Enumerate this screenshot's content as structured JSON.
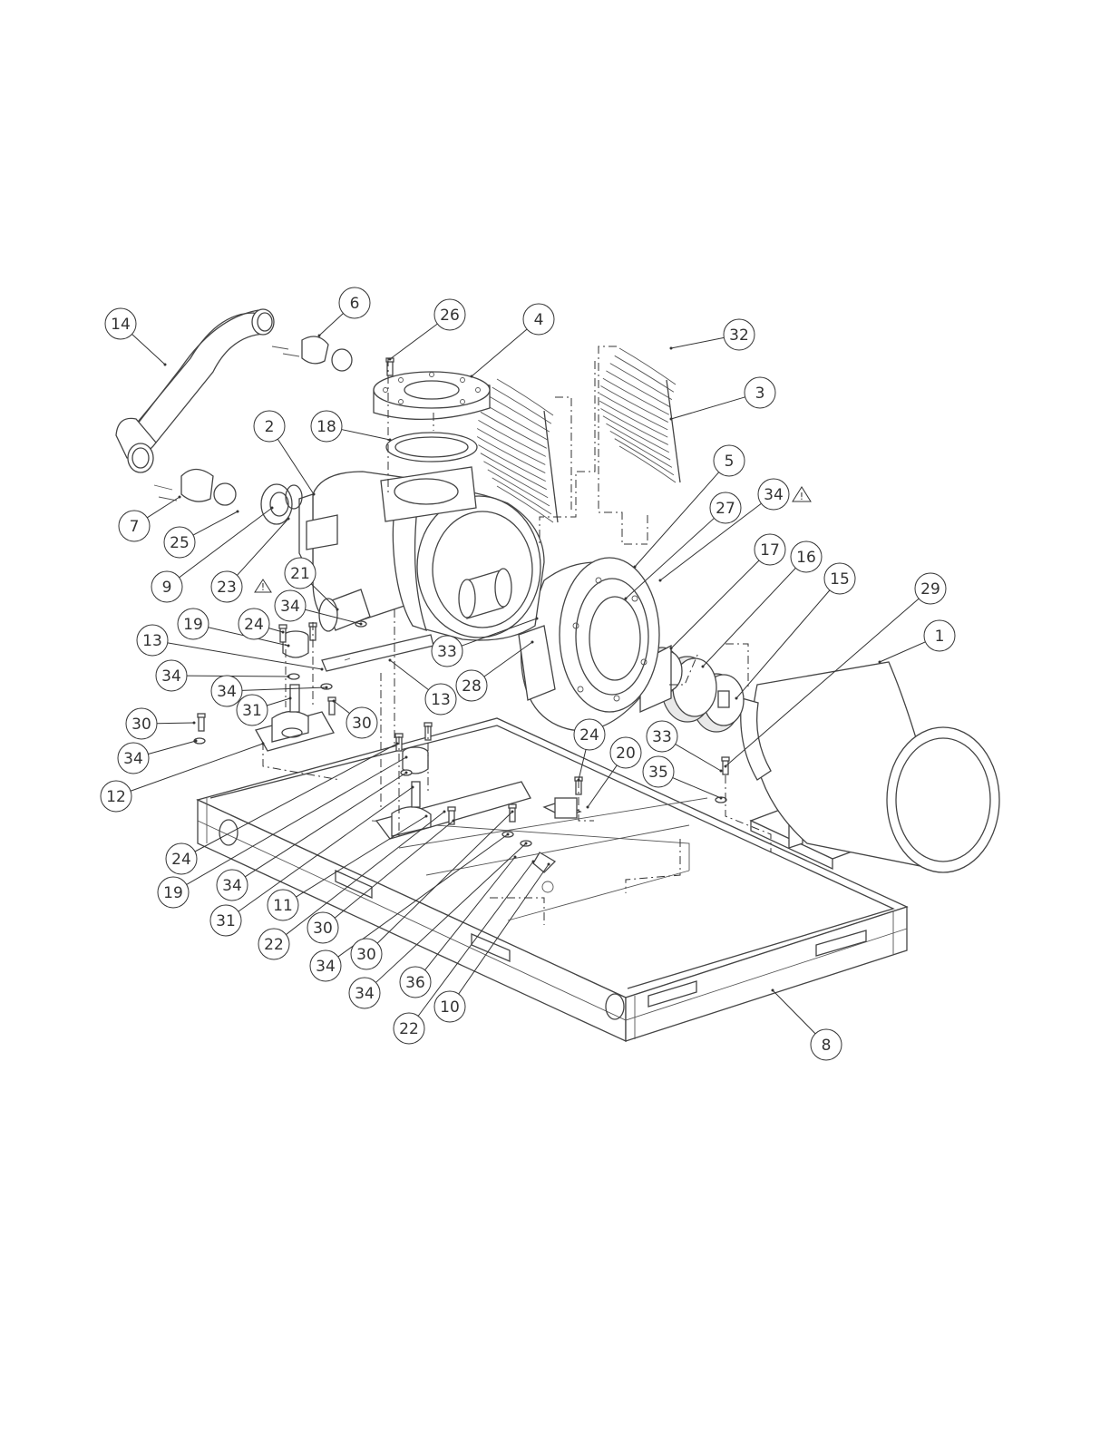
{
  "balloons": [
    {
      "id": "b14",
      "label": "14"
    },
    {
      "id": "b6",
      "label": "6"
    },
    {
      "id": "b26",
      "label": "26"
    },
    {
      "id": "b4",
      "label": "4"
    },
    {
      "id": "b32",
      "label": "32"
    },
    {
      "id": "b3",
      "label": "3"
    },
    {
      "id": "b2",
      "label": "2"
    },
    {
      "id": "b18",
      "label": "18"
    },
    {
      "id": "b5",
      "label": "5"
    },
    {
      "id": "b34a",
      "label": "34"
    },
    {
      "id": "b27",
      "label": "27"
    },
    {
      "id": "b17",
      "label": "17"
    },
    {
      "id": "b16",
      "label": "16"
    },
    {
      "id": "b15",
      "label": "15"
    },
    {
      "id": "b29",
      "label": "29"
    },
    {
      "id": "b1",
      "label": "1"
    },
    {
      "id": "b7",
      "label": "7"
    },
    {
      "id": "b25",
      "label": "25"
    },
    {
      "id": "b9",
      "label": "9"
    },
    {
      "id": "b23",
      "label": "23"
    },
    {
      "id": "b21",
      "label": "21"
    },
    {
      "id": "b34b",
      "label": "34"
    },
    {
      "id": "b33a",
      "label": "33"
    },
    {
      "id": "b28",
      "label": "28"
    },
    {
      "id": "b13a",
      "label": "13"
    },
    {
      "id": "b19a",
      "label": "19"
    },
    {
      "id": "b24a",
      "label": "24"
    },
    {
      "id": "b13b",
      "label": "13"
    },
    {
      "id": "b34c",
      "label": "34"
    },
    {
      "id": "b34d",
      "label": "34"
    },
    {
      "id": "b31a",
      "label": "31"
    },
    {
      "id": "b30a",
      "label": "30"
    },
    {
      "id": "b30b",
      "label": "30"
    },
    {
      "id": "b34e",
      "label": "34"
    },
    {
      "id": "b12",
      "label": "12"
    },
    {
      "id": "b24b",
      "label": "24"
    },
    {
      "id": "b20",
      "label": "20"
    },
    {
      "id": "b33b",
      "label": "33"
    },
    {
      "id": "b35",
      "label": "35"
    },
    {
      "id": "b24c",
      "label": "24"
    },
    {
      "id": "b19b",
      "label": "19"
    },
    {
      "id": "b34f",
      "label": "34"
    },
    {
      "id": "b31b",
      "label": "31"
    },
    {
      "id": "b11",
      "label": "11"
    },
    {
      "id": "b22a",
      "label": "22"
    },
    {
      "id": "b30c",
      "label": "30"
    },
    {
      "id": "b34g",
      "label": "34"
    },
    {
      "id": "b30d",
      "label": "30"
    },
    {
      "id": "b34h",
      "label": "34"
    },
    {
      "id": "b36",
      "label": "36"
    },
    {
      "id": "b22b",
      "label": "22"
    },
    {
      "id": "b10",
      "label": "10"
    },
    {
      "id": "b8",
      "label": "8"
    }
  ],
  "revision_flags": [
    {
      "id": "w1",
      "symbol": "!"
    },
    {
      "id": "w2",
      "symbol": "!"
    }
  ]
}
